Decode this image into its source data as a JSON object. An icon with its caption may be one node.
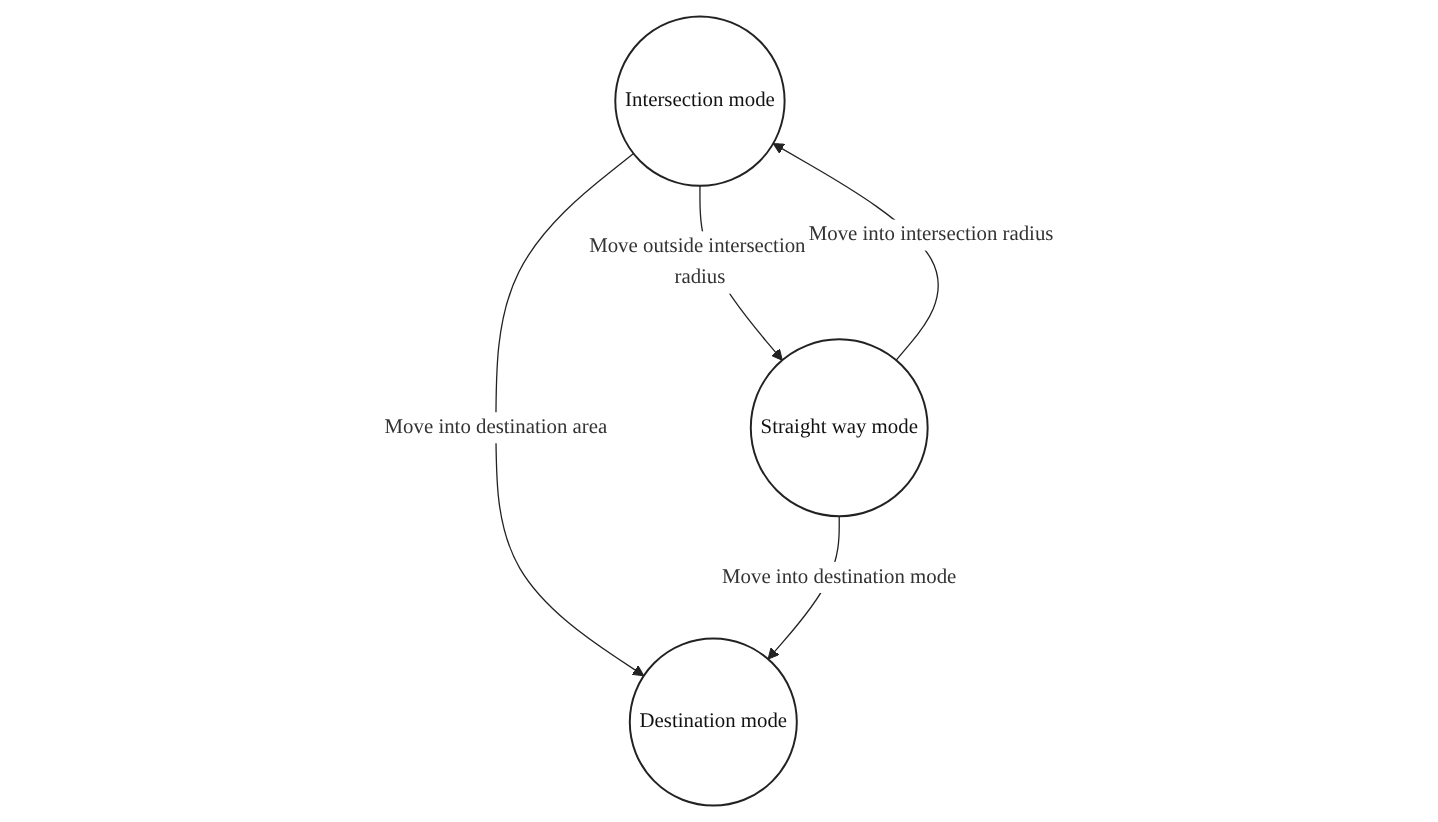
{
  "diagram": {
    "nodes": [
      {
        "text": [
          "Intersection mode"
        ]
      },
      {
        "text": [
          "Straight way mode"
        ]
      },
      {
        "text": [
          "Destination mode"
        ]
      }
    ],
    "edges": [
      {
        "from": 0,
        "to": 1,
        "arrow": "to",
        "label": "Move outside intersection radius"
      },
      {
        "from": 1,
        "to": 0,
        "arrow": "to",
        "label": "Move into intersection radius"
      },
      {
        "from": 0,
        "to": 2,
        "arrow": "to",
        "label": "Move into destination area"
      },
      {
        "from": 1,
        "to": 2,
        "arrow": "to",
        "label": "Move into destination mode"
      }
    ]
  }
}
